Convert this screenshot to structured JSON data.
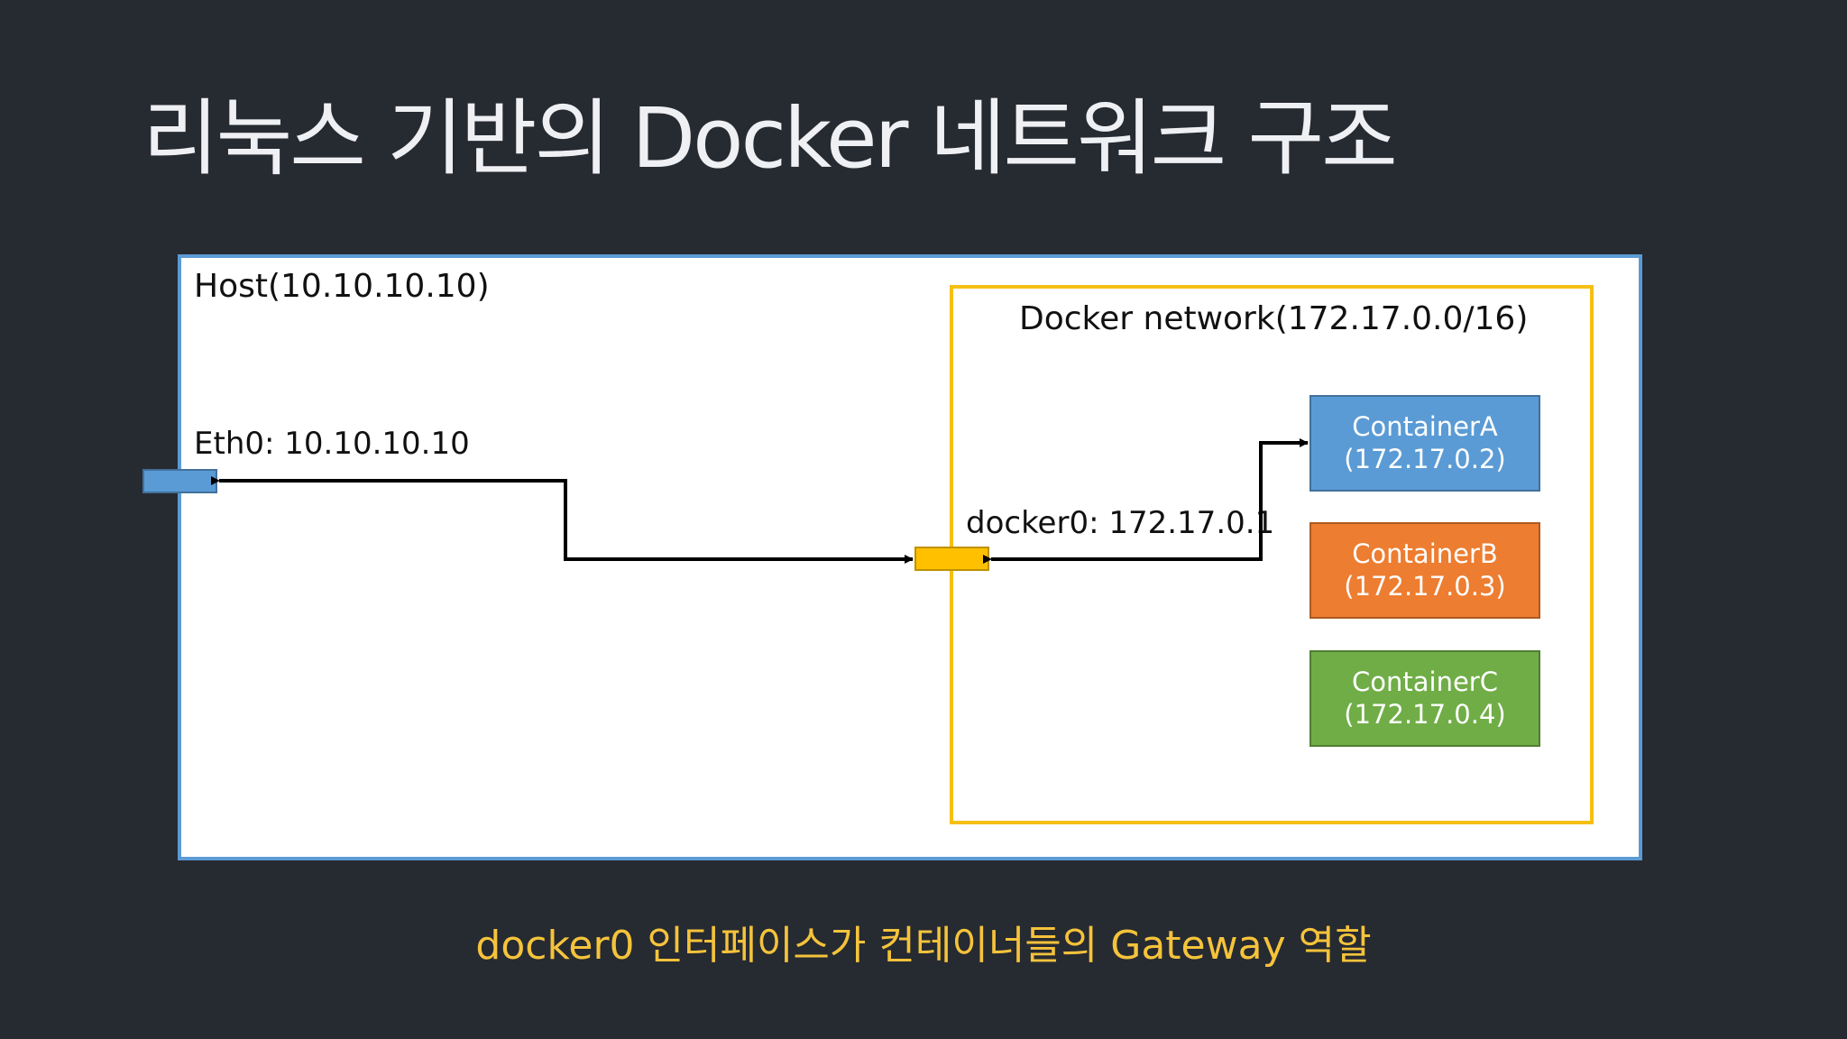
{
  "slide": {
    "title": "리눅스 기반의 Docker 네트워크 구조",
    "caption": "docker0 인터페이스가 컨테이너들의 Gateway 역할"
  },
  "host": {
    "label": "Host(10.10.10.10)",
    "eth0_label": "Eth0: 10.10.10.10"
  },
  "docker_network": {
    "label": "Docker network(172.17.0.0/16)",
    "docker0_label": "docker0: 172.17.0.1"
  },
  "containers": [
    {
      "name": "ContainerA",
      "ip": "(172.17.0.2)",
      "color": "#5b9bd5"
    },
    {
      "name": "ContainerB",
      "ip": "(172.17.0.3)",
      "color": "#ed7d31"
    },
    {
      "name": "ContainerC",
      "ip": "(172.17.0.4)",
      "color": "#70ad47"
    }
  ],
  "colors": {
    "background": "#262a31",
    "host_border": "#5b9bd5",
    "docker_network_border": "#f5bf15",
    "eth0_port": "#5b9bd5",
    "docker0_port": "#ffc000",
    "caption": "#f5c33b"
  }
}
